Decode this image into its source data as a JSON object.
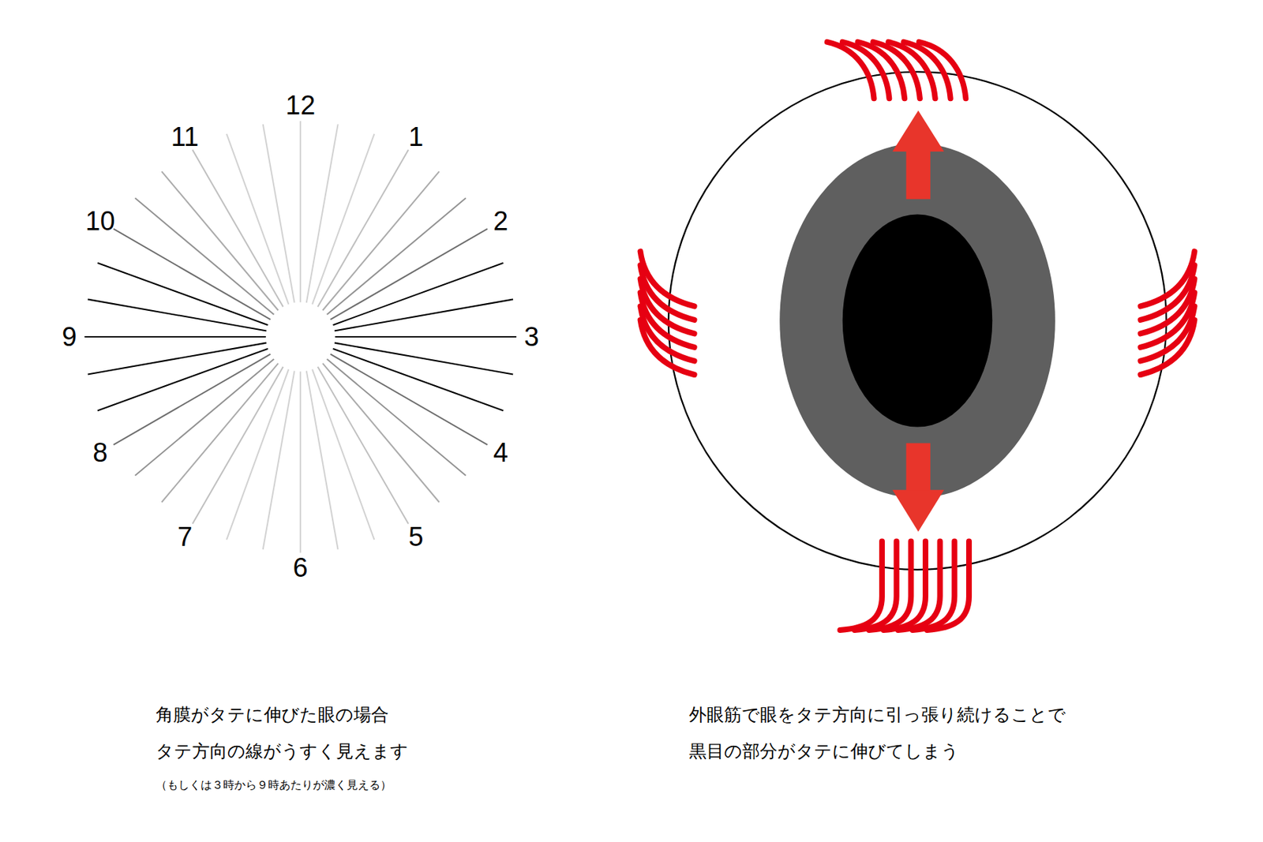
{
  "diagram": {
    "labels": [
      "12",
      "1",
      "2",
      "3",
      "4",
      "5",
      "6",
      "7",
      "8",
      "9",
      "10",
      "11",
      "角膜がタテに伸びた眼の場合",
      "タテ方向の線がうすく見えます",
      "（もしくは３時から９時あたりが濃く見える）",
      "外眼筋で眼をタテ方向に引っ張り続けることで",
      "黒目の部分がタテに伸びてしまう"
    ]
  }
}
